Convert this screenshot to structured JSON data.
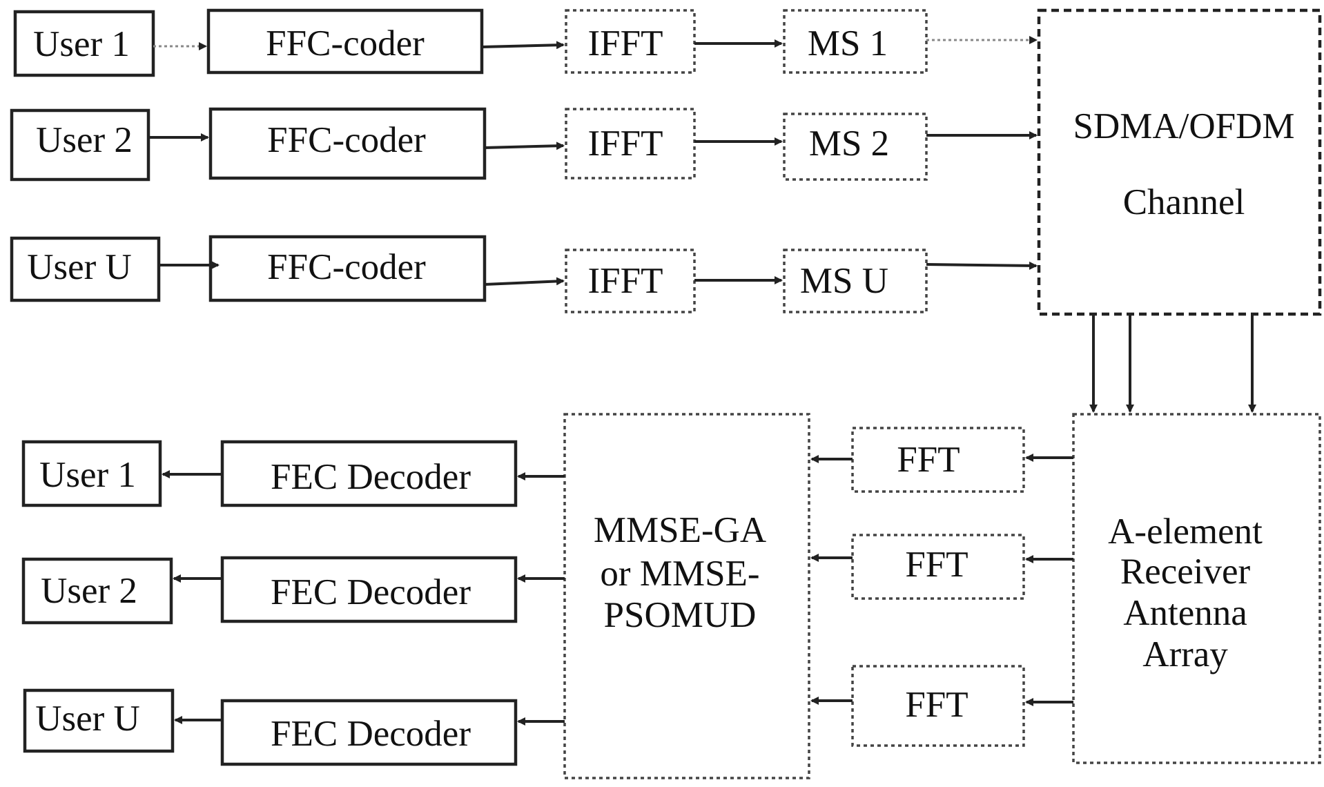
{
  "transmitter": {
    "users": [
      "User 1",
      "User 2",
      "User U"
    ],
    "coders": [
      "FFC-coder",
      "FFC-coder",
      "FFC-coder"
    ],
    "iffts": [
      "IFFT",
      "IFFT",
      "IFFT"
    ],
    "mobile_stations": [
      "MS 1",
      "MS 2",
      "MS U"
    ]
  },
  "channel": {
    "line1": "SDMA/OFDM",
    "line2": "Channel"
  },
  "receiver": {
    "antenna": [
      "A-element",
      "Receiver",
      "Antenna",
      "Array"
    ],
    "ffts": [
      "FFT",
      "FFT",
      "FFT"
    ],
    "detector": [
      "MMSE-GA",
      "or MMSE-",
      "PSOMUD"
    ],
    "decoders": [
      "FEC Decoder",
      "FEC Decoder",
      "FEC Decoder"
    ],
    "users": [
      "User 1",
      "User 2",
      "User U"
    ]
  }
}
